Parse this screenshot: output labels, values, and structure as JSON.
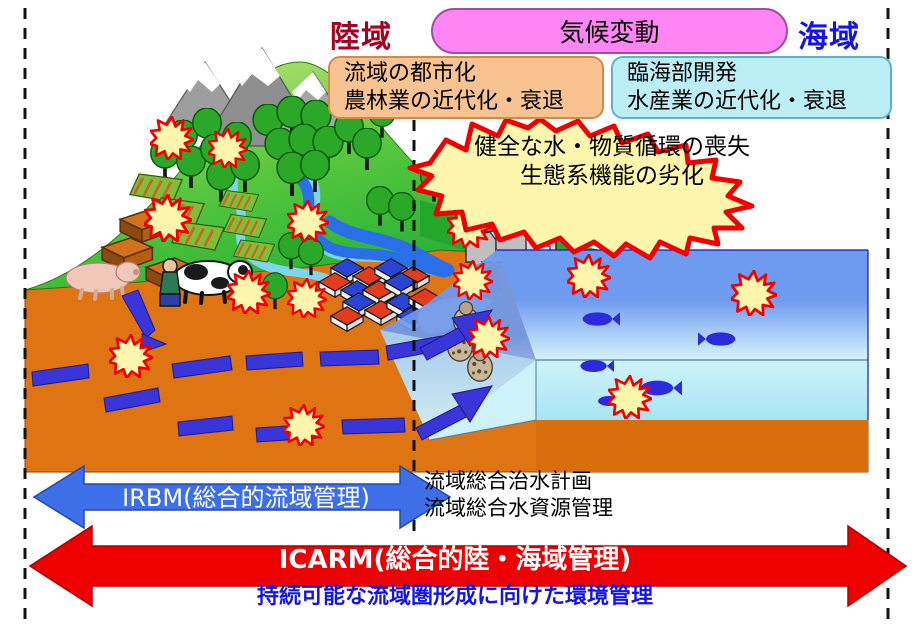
{
  "figure": {
    "title": "ICARM conceptual diagram",
    "regions": {
      "land_label": "陸域",
      "sea_label": "海域"
    },
    "boundaries": {
      "left_dashed": "left-basin-boundary",
      "middle_dashed": "land-sea-boundary",
      "right_dashed": "right-sea-boundary"
    }
  },
  "header": {
    "climate": "気候変動",
    "land_box": {
      "line1": "流域の都市化",
      "line2": "農林業の近代化・衰退"
    },
    "sea_box": {
      "line1": "臨海部開発",
      "line2": "水産業の近代化・衰退"
    }
  },
  "callout": {
    "line1": "健全な水・物質循環の喪失",
    "line2": "生態系機能の劣化"
  },
  "arrows": {
    "irbm": {
      "label": "IRBM(総合的流域管理)",
      "color": "#3C6FE8"
    },
    "irbm_note": {
      "line1": "流域総合治水計画",
      "line2": "流域総合水資源管理"
    },
    "icarm": {
      "label": "ICARM(総合的陸・海域管理)",
      "color": "#EE0000"
    },
    "icarm_sub": {
      "label": "持続可能な流域圏形成に向けた環境管理",
      "color": "#1414E6"
    }
  },
  "scene": {
    "elements": [
      "snow-capped-mountains",
      "forest-trees",
      "river",
      "crop-fields",
      "farm-barns",
      "pig",
      "dairy-cow-and-farmer",
      "village-houses",
      "factory",
      "power-pylons",
      "shoreline-tetrapods",
      "ocean-water-body",
      "fish",
      "groundwater-flow-arrows",
      "impact-starbursts"
    ],
    "colors": {
      "soil": "#DE7412",
      "grass_light": "#C3E66B",
      "grass_dark": "#23B034",
      "sea_deep": "#2222DD",
      "sea_shallow": "#CFF5FA",
      "river": "#2B6FE8",
      "mountain": "#9B9B9B",
      "snow": "#FFFFFF",
      "burst_fill": "#FFF5A8",
      "burst_edge": "#EE0000",
      "gw_arrow": "#3A35D8"
    }
  }
}
